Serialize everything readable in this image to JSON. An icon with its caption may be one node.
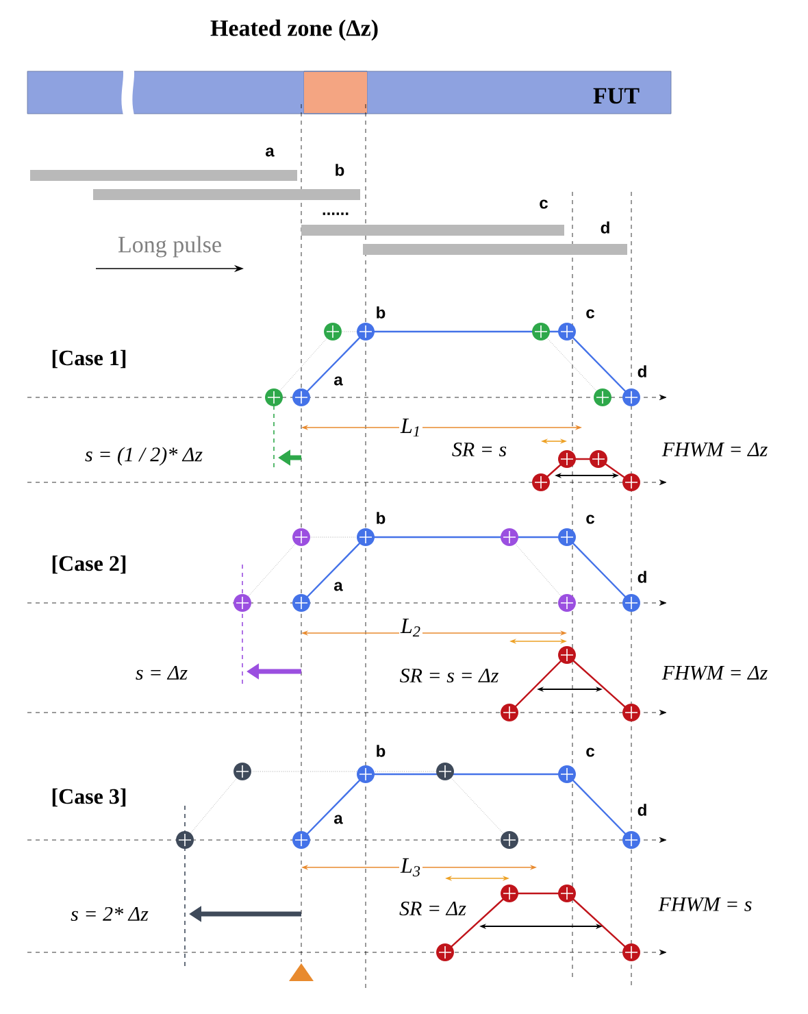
{
  "diagram": {
    "title": "Heated zone (Δz)",
    "labels": [
      "FUT",
      "a",
      "b",
      "......",
      "c",
      "d",
      "Long pulse",
      "[Case 1]",
      "b",
      "c",
      "a",
      "d",
      "L$_{1}$",
      "s = (1 / 2)* Δz",
      "SR = s",
      "FHWM = Δz",
      "[Case 2]",
      "b",
      "c",
      "a",
      "d",
      "L$_{2}$",
      "s = Δz",
      "SR = s = Δz",
      "FHWM = Δz",
      "[Case 3]",
      "b",
      "c",
      "a",
      "d",
      "L$_{3}$",
      "s = 2* Δz",
      "SR = Δz",
      "FHWM = s"
    ]
  }
}
